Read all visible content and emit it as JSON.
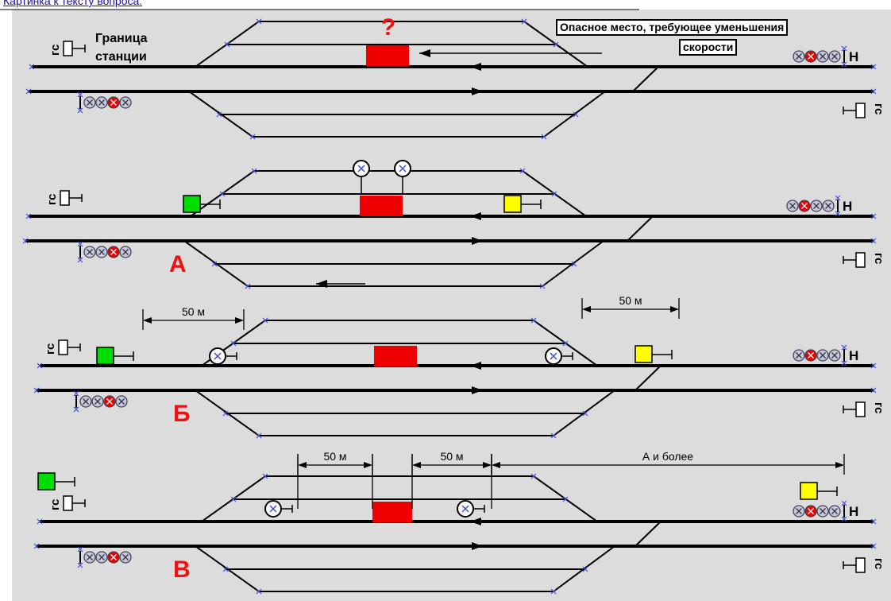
{
  "caption": "Картинка к тексту вопроса:",
  "labels": {
    "boundary_line1": "Граница",
    "boundary_line2": "станции",
    "question_mark": "?",
    "danger_line1": "Опасное место, требующее уменьшения",
    "danger_line2": "скорости",
    "entry_signal": "Н",
    "shunting_signal": "ГС"
  },
  "panels": [
    {
      "letter": ""
    },
    {
      "letter": "А"
    },
    {
      "letter": "Б",
      "left_dim": "50 м",
      "right_dim": "50 м"
    },
    {
      "letter": "В",
      "dim_1": "50 м",
      "dim_2": "50 м",
      "dim_3": "А и более"
    }
  ],
  "colors": {
    "background": "#dcdcdc",
    "track": "#000000",
    "hazard": "#ee0000",
    "signal_green": "#00dd00",
    "signal_yellow": "#ffff00",
    "lens_grey": "#c8c8dc",
    "marker_blue": "#3a4fd8",
    "letter_red": "#ee1111"
  }
}
